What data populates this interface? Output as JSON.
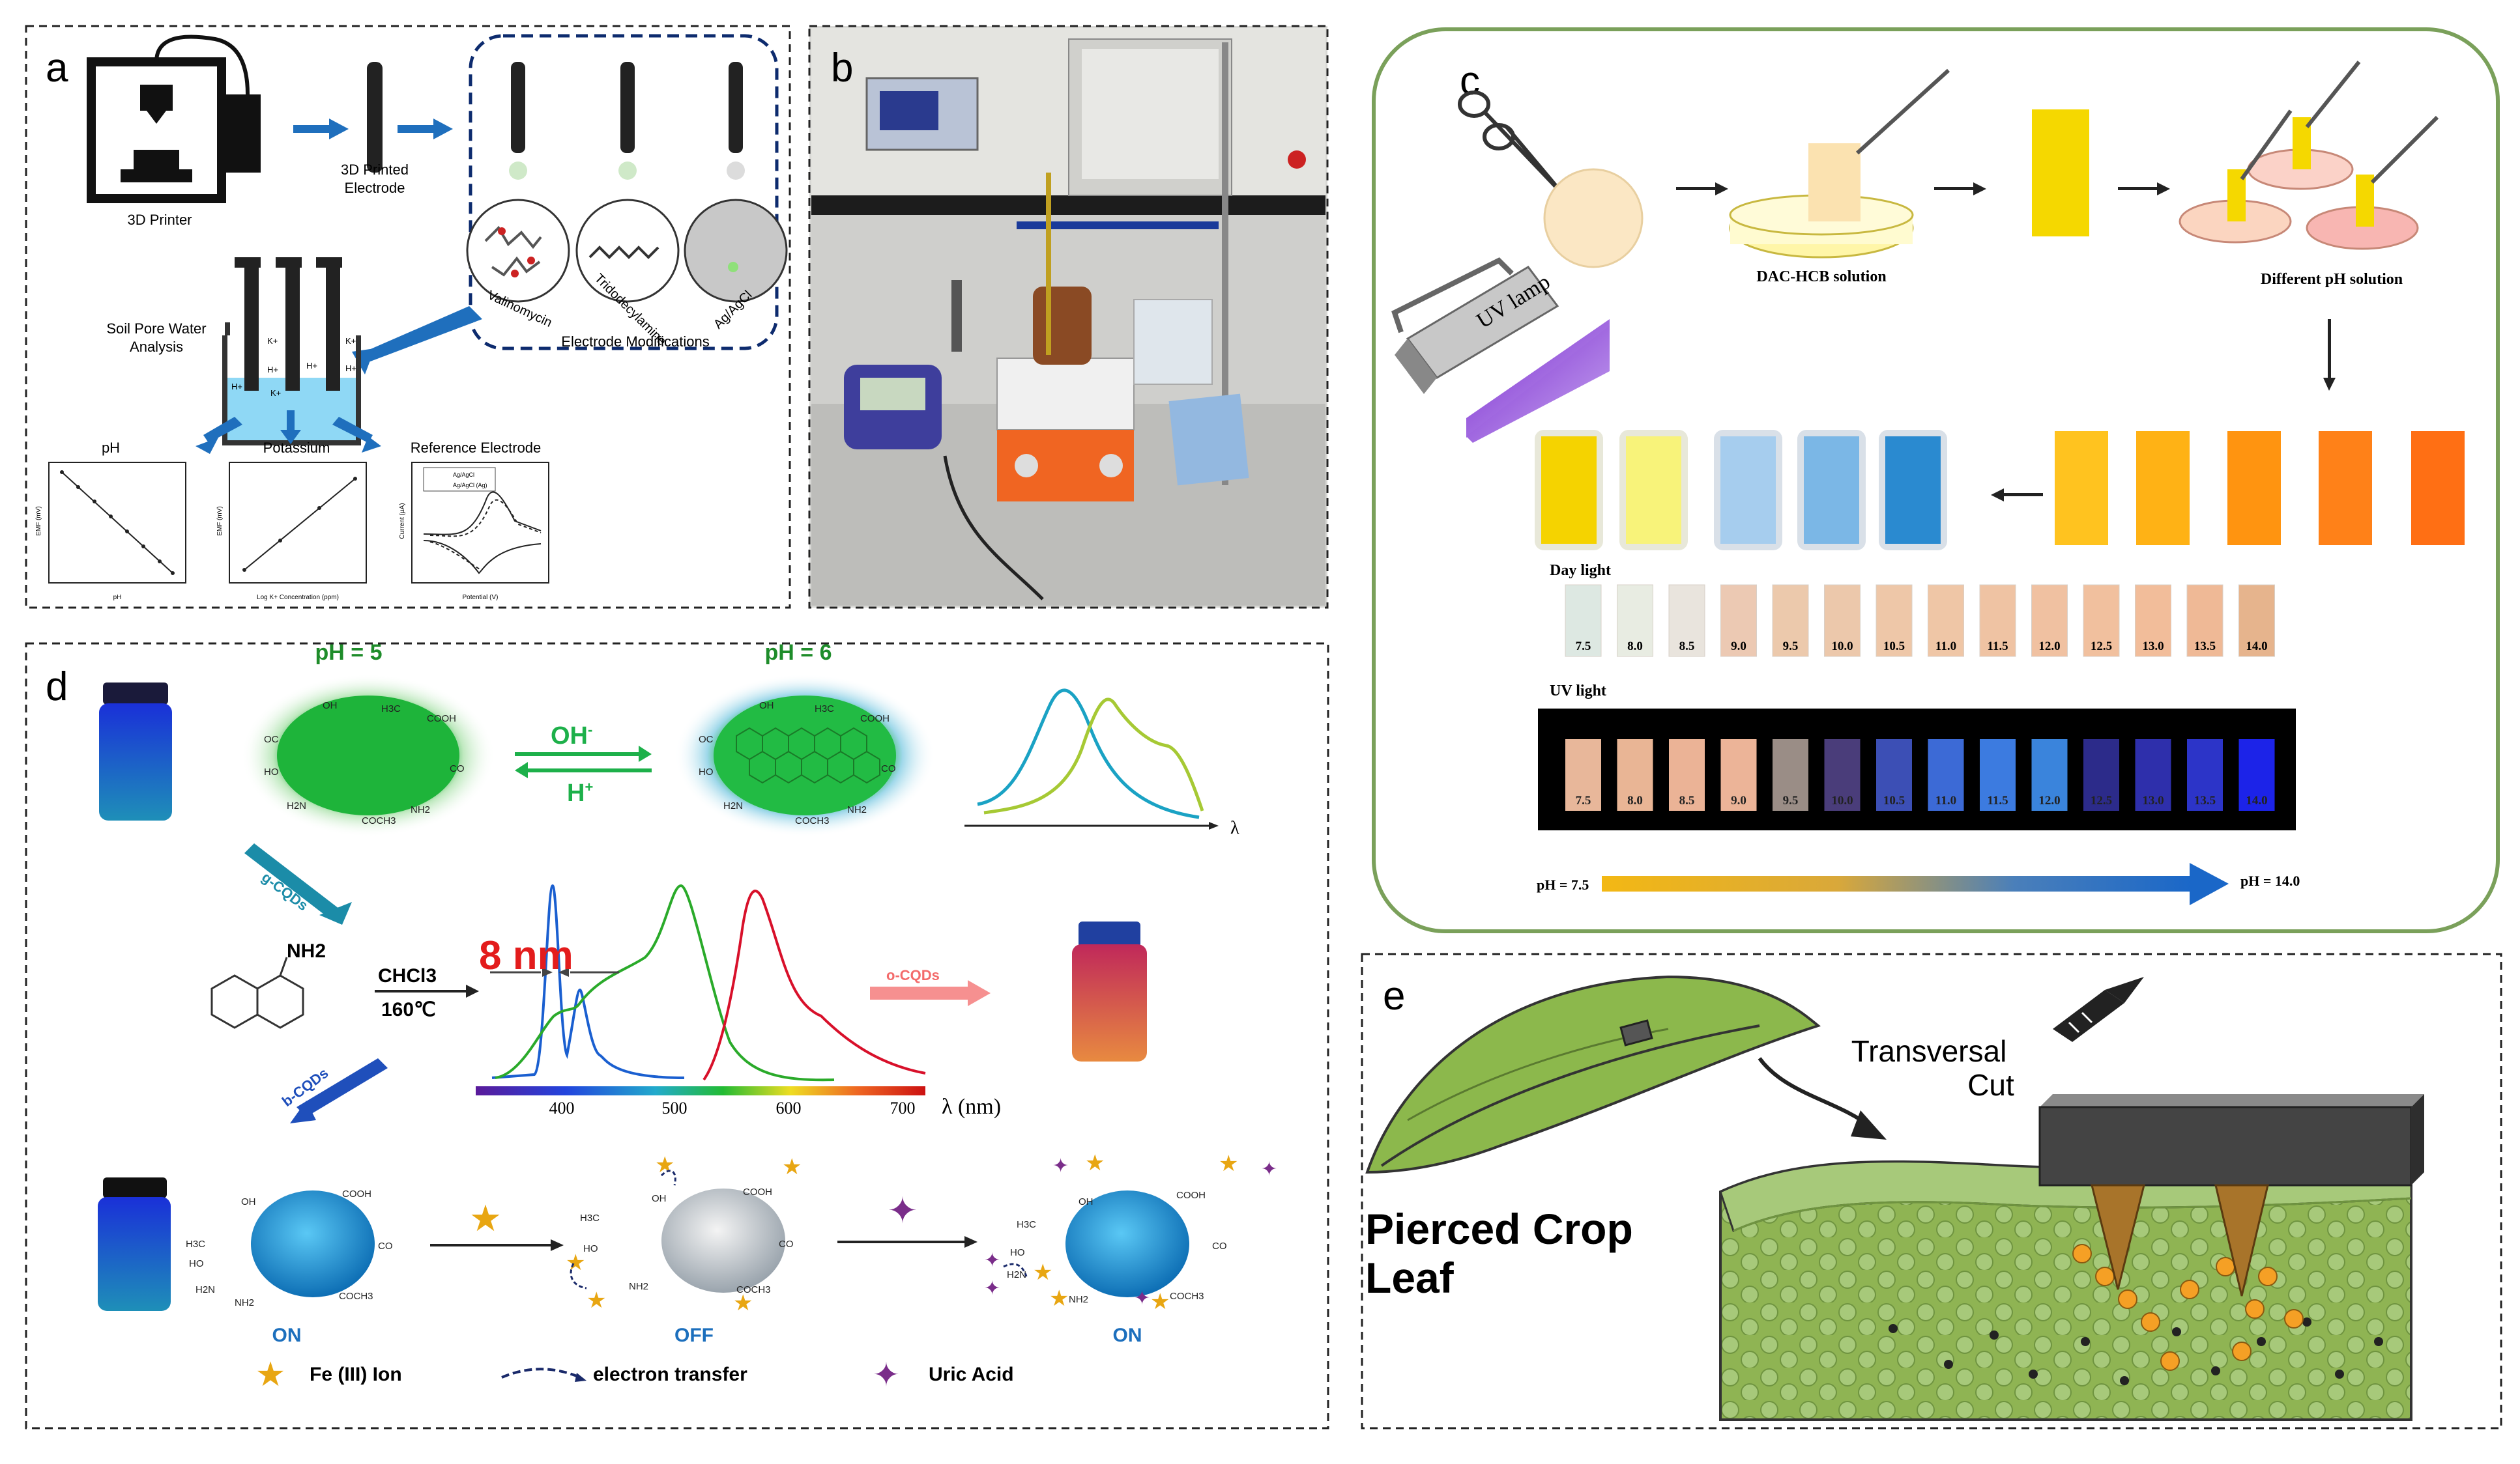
{
  "panels": {
    "a": {
      "label": "a",
      "printer_label": "3D Printer",
      "electrode_label": [
        "3D Printed",
        "Electrode"
      ],
      "mods": [
        "Valinomycin",
        "Tridodecylamine",
        "Ag/AgCl"
      ],
      "mods_title": "Electrode Modifications",
      "beaker_label": [
        "Soil Pore Water",
        "Analysis"
      ],
      "ions": [
        "K+",
        "H+",
        "K+",
        "H+",
        "H+",
        "K+",
        "H+"
      ],
      "plot_titles": [
        "pH",
        "Potassium",
        "Reference Electrode"
      ],
      "plot_xlabels": [
        "pH",
        "Log K+ Concentration (ppm)",
        "Potential (V)"
      ],
      "plot_ylabels": [
        "EMF (mV)",
        "EMF (mV)",
        "Current (µA)"
      ],
      "legend": [
        "Ag/AgCl",
        "Ag/AgCl (Ag)"
      ]
    },
    "b": {
      "label": "b"
    },
    "c": {
      "label": "c",
      "dac_label": "DAC-HCB solution",
      "ph_solution_label": "Different pH solution",
      "uv_lamp": "UV lamp",
      "day_light": "Day light",
      "uv_light": "UV light",
      "ph_values": [
        "7.5",
        "8.0",
        "8.5",
        "9.0",
        "9.5",
        "10.0",
        "10.5",
        "11.0",
        "11.5",
        "12.0",
        "12.5",
        "13.0",
        "13.5",
        "14.0"
      ],
      "day_colors": [
        "#dde8e2",
        "#e8ece2",
        "#e9e4dd",
        "#ecc9b3",
        "#ecc9ac",
        "#ecc8ab",
        "#eec7a8",
        "#efc6a6",
        "#efc3a3",
        "#f0c1a1",
        "#f1c09e",
        "#f2bd9a",
        "#efb996",
        "#e6b48d"
      ],
      "uv_colors": [
        "#e8b79a",
        "#e9b595",
        "#ebb396",
        "#ecb498",
        "#9a8d86",
        "#4a3d7a",
        "#3c4fb5",
        "#3c6ad6",
        "#3c7be0",
        "#3a84dc",
        "#2c2b8a",
        "#2e2fab",
        "#2c34c8",
        "#1c23e8"
      ],
      "ph_start": "pH = 7.5",
      "ph_end": "pH = 14.0",
      "strip_colors_right": [
        "#ffc31f",
        "#ffb215",
        "#ff9410",
        "#ff8118",
        "#ff6f14"
      ],
      "strip_colors_left": [
        "#f5d300",
        "#f8f37a",
        "#a6cdee",
        "#7bb7e6",
        "#2a8ad0"
      ]
    },
    "d": {
      "label": "d",
      "ph5": "pH = 5",
      "ph6": "pH = 6",
      "oh": "OH",
      "oh_sup": "-",
      "h": "H",
      "h_sup": "+",
      "gcqds": "g-CQDs",
      "bcqds": "b-CQDs",
      "ocqds": "o-CQDs",
      "nh2": "NH2",
      "chcl3": "CHCl3",
      "temp": "160℃",
      "nm8": "8 nm",
      "axis_ticks": [
        "400",
        "500",
        "600",
        "700"
      ],
      "axis_unit": "λ (nm)",
      "lambda": "λ",
      "on": "ON",
      "off": "OFF",
      "on2": "ON",
      "legend_fe": "Fe (III) Ion",
      "legend_et": "electron transfer",
      "legend_uric": "Uric Acid",
      "groups": [
        "OH",
        "H3C",
        "COOH",
        "OC",
        "CO",
        "HO",
        "H2N",
        "NH2",
        "COCH3",
        "NH2"
      ]
    },
    "e": {
      "label": "e",
      "transversal": "Transversal",
      "cut": "Cut",
      "pierced": "Pierced Crop",
      "leaf": "Leaf"
    }
  },
  "colors": {
    "frame_c": "#7aa05a",
    "arrow_blue": "#1f6fbd",
    "green_dot": "#22aa22",
    "blue_dot": "#1e88d6",
    "leaf_green": "#8fb453"
  }
}
